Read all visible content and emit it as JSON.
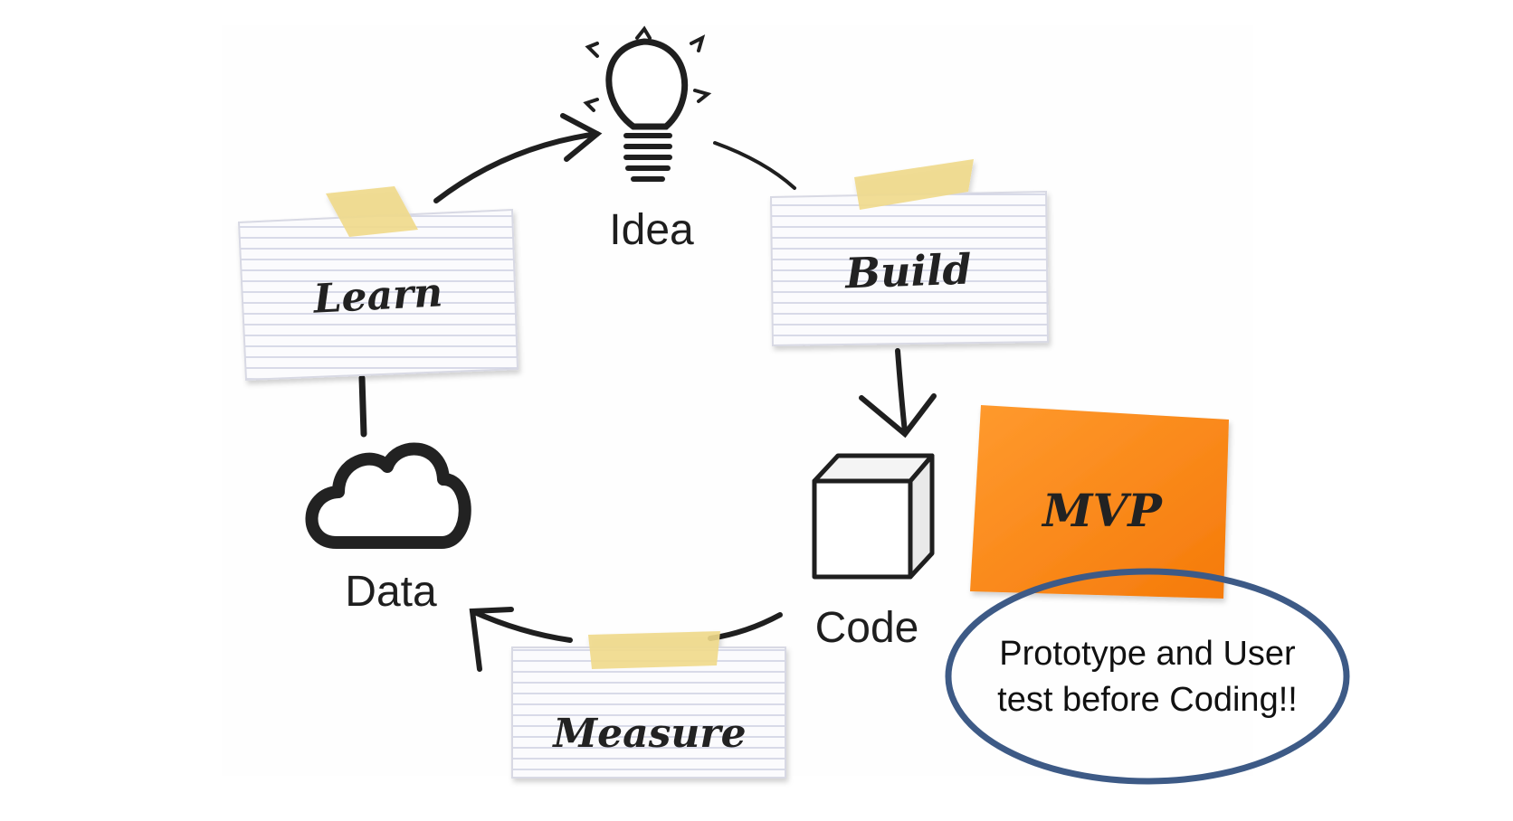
{
  "diagram": {
    "nodes": {
      "idea": {
        "label": "Idea",
        "icon": "lightbulb-icon"
      },
      "build": {
        "label": "Build"
      },
      "code": {
        "label": "Code",
        "icon": "cube-icon"
      },
      "measure": {
        "label": "Measure"
      },
      "data": {
        "label": "Data",
        "icon": "cloud-icon"
      },
      "learn": {
        "label": "Learn"
      }
    },
    "sticky_note": {
      "label": "MVP",
      "color": "#ff8a1c"
    },
    "callout": {
      "lines": [
        "Prototype and User",
        "test before Coding!!"
      ],
      "border_color": "#3d5a86"
    },
    "colors": {
      "tape": "#efd98a",
      "card_lines": "#c9cce0",
      "ink": "#1f1f1f"
    }
  }
}
